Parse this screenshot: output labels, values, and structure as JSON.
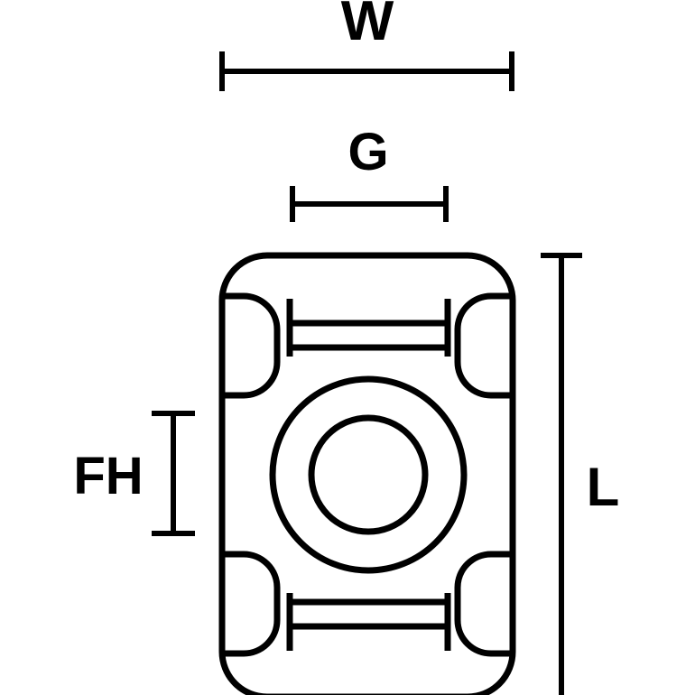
{
  "diagram": {
    "labels": {
      "width": "W",
      "gap": "G",
      "fixing_height": "FH",
      "length": "L"
    },
    "colors": {
      "line": "#000000",
      "background": "#ffffff"
    }
  }
}
